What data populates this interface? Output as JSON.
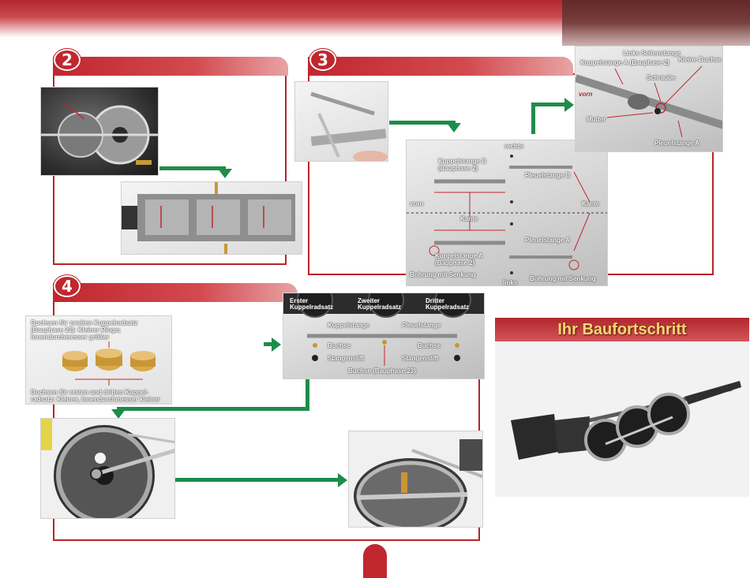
{
  "steps": [
    {
      "number": "2"
    },
    {
      "number": "3"
    },
    {
      "number": "4"
    }
  ],
  "step3": {
    "labels": {
      "kuppelstange_b": "Kuppelstange B (Bauphase 2)",
      "rechts": "rechts",
      "pleuelstange_b": "Pleuelstange B",
      "vorn": "vorn",
      "kante_right": "Kante",
      "kante_center": "Kante",
      "pleuelstange_a": "Pleuelstange A",
      "kuppelstange_a": "Kuppelstange A (Bauphase 2)",
      "bohrung_left": "Bohrung mit Senkung",
      "links": "links",
      "bohrung_right": "Bohrung mit Senkung"
    },
    "detail": {
      "linke_seitenstange": "Linke Seitenstange",
      "kuppelstange_a": "Kuppelstange A (Bauphase 2)",
      "kleine_buchse": "Kleine Buchse",
      "schraube": "Schraube",
      "vorn": "vorn",
      "mutter": "Mutter",
      "pleuelstange_a": "Pleuelstange A"
    }
  },
  "step4": {
    "bushing_top": "Buchsen für zweiten Kuppelradsatz (Bauphase 23): Kleiner Ringe; Innendurchmesser größer",
    "bushing_bottom": "Buchsen für ersten und dritten Kuppel-radsatz: Kleiner, Innendurchmesser kleiner",
    "overview": {
      "erster": "Erster Kuppelradsatz",
      "zweiter": "Zweiter Kuppelradsatz",
      "dritter": "Dritter Kuppelradsatz",
      "kuppelstange": "Kuppelstange",
      "pleuelstange": "Pleuelstange",
      "buchse_left": "Buchse",
      "buchse_right": "Buchse",
      "stangenstift_left": "Stangenstift",
      "stangenstift_right": "Stangenstift",
      "buchse_bauphase": "Buchse (Bauphase 23)"
    }
  },
  "progress": {
    "title": "Ihr Baufortschritt"
  },
  "colors": {
    "brand_red": "#c0272e",
    "arrow_green": "#1e8c4a",
    "title_yellow": "#f3d86f"
  }
}
